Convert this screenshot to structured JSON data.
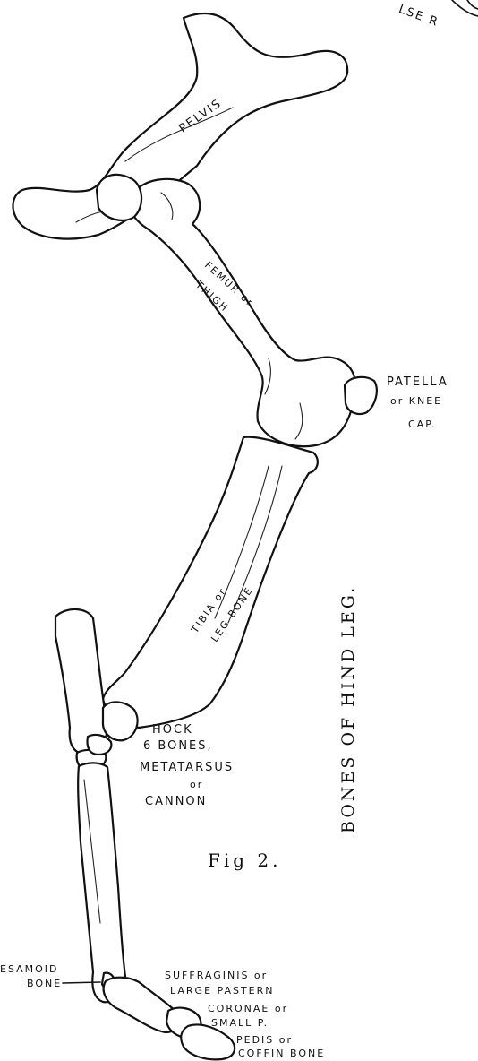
{
  "labels": {
    "corner_text": "LSE R",
    "pelvis": "PELVIS",
    "femur": "FEMUR or",
    "thigh": "THIGH",
    "patella_1": "PATELLA",
    "patella_2": "or KNEE",
    "patella_3": "CAP.",
    "tibia_1": "TIBIA or",
    "tibia_2": "LEG BONE",
    "hock_1": "HOCK",
    "hock_2": "6 BONES,",
    "metatarsus": "METATARSUS",
    "metatarsus_or": "or",
    "cannon": "CANNON",
    "sesamoid_1": "ESAMOID",
    "sesamoid_2": "BONE",
    "suffraginis_1": "SUFFRAGINIS or",
    "suffraginis_2": "LARGE PASTERN",
    "coronae_1": "CORONAE or",
    "coronae_2": "SMALL P.",
    "pedis_1": "PEDIS or",
    "pedis_2": "COFFIN BONE",
    "figure_caption": "Fig 2.",
    "title_vertical": "BONES OF HIND LEG."
  }
}
